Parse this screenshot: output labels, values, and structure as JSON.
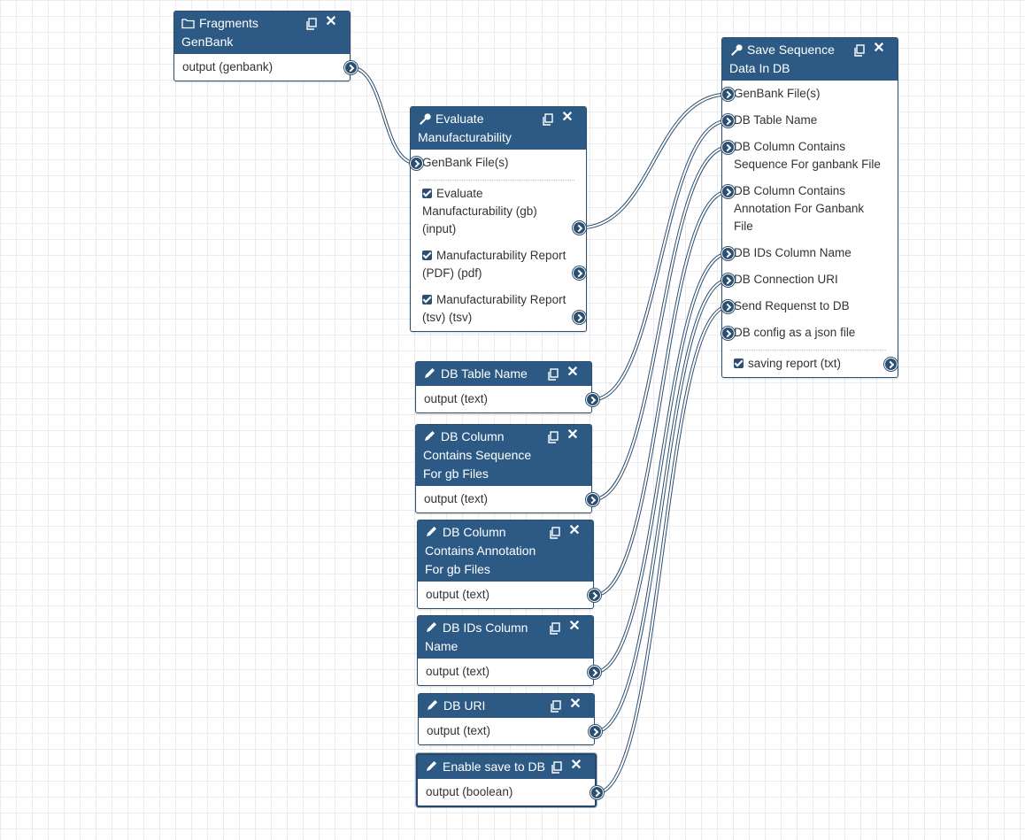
{
  "nodes": {
    "fragments": {
      "title": "Fragments GenBank",
      "icon": "folder-icon",
      "outputs": [
        "output (genbank)"
      ]
    },
    "evaluate": {
      "title": "Evaluate Manufacturability",
      "icon": "wrench-icon",
      "inputs": [
        "GenBank File(s)"
      ],
      "outputs": [
        "Evaluate Manufacturability (gb) (input)",
        "Manufacturability Report (PDF) (pdf)",
        "Manufacturability Report (tsv) (tsv)"
      ]
    },
    "save": {
      "title": "Save Sequence Data In DB",
      "icon": "wrench-icon",
      "inputs": [
        "GenBank File(s)",
        "DB Table Name",
        "DB Column Contains Sequence For ganbank File",
        "DB Column Contains Annotation For Ganbank File",
        "DB IDs Column Name",
        "DB Connection URI",
        "Send Requenst to DB",
        "DB config as a json file"
      ],
      "outputs": [
        "saving report (txt)"
      ]
    },
    "db_table": {
      "title": "DB Table Name",
      "icon": "pencil-icon",
      "outputs": [
        "output (text)"
      ]
    },
    "db_seq": {
      "title": "DB Column Contains Sequence For gb Files",
      "icon": "pencil-icon",
      "outputs": [
        "output (text)"
      ]
    },
    "db_ann": {
      "title": "DB Column Contains Annotation For gb Files",
      "icon": "pencil-icon",
      "outputs": [
        "output (text)"
      ]
    },
    "db_ids": {
      "title": "DB IDs Column Name",
      "icon": "pencil-icon",
      "outputs": [
        "output (text)"
      ]
    },
    "db_uri": {
      "title": "DB URI",
      "icon": "pencil-icon",
      "outputs": [
        "output (text)"
      ]
    },
    "enable": {
      "title": "Enable save to DB",
      "icon": "pencil-icon",
      "outputs": [
        "output (boolean)"
      ]
    }
  },
  "colors": {
    "header": "#2c5a85",
    "border": "#2c4f70",
    "terminal": "#2c4f70",
    "grid": "#ececec"
  }
}
